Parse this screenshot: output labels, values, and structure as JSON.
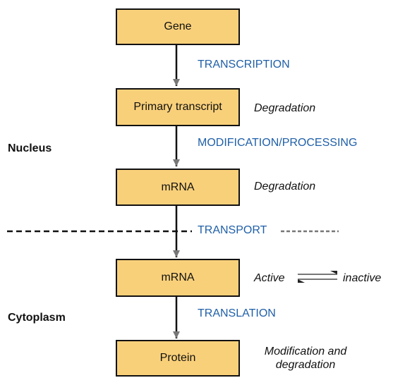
{
  "boxes": {
    "gene": "Gene",
    "primary_transcript": "Primary transcript",
    "mrna_nucleus": "mRNA",
    "mrna_cytoplasm": "mRNA",
    "protein": "Protein"
  },
  "processes": {
    "transcription": "TRANSCRIPTION",
    "modification_processing": "MODIFICATION/PROCESSING",
    "transport": "TRANSPORT",
    "translation": "TRANSLATION"
  },
  "notes": {
    "degradation_primary": "Degradation",
    "degradation_mrna": "Degradation",
    "active": "Active",
    "inactive": "inactive",
    "modification_line1": "Modification and",
    "modification_line2": "degradation"
  },
  "regions": {
    "nucleus": "Nucleus",
    "cytoplasm": "Cytoplasm"
  },
  "colors": {
    "box_fill": "#f9d07a",
    "process_text": "#1f5fa8",
    "arrow_head": "#777777"
  }
}
